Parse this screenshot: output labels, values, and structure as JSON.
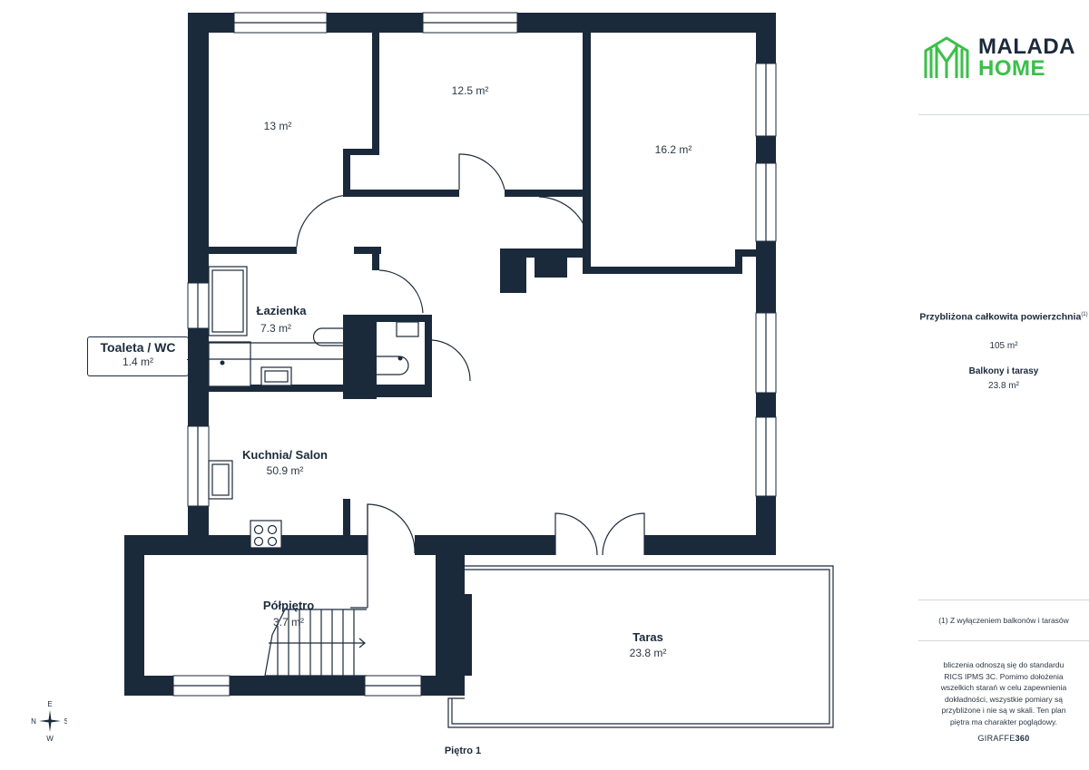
{
  "rooms": {
    "room_top_left": {
      "area": "13 m²"
    },
    "room_top_mid": {
      "area": "12.5 m²"
    },
    "room_top_right": {
      "area": "16.2 m²"
    },
    "bathroom": {
      "name": "Łazienka",
      "area": "7.3 m²"
    },
    "toilet": {
      "name": "Toaleta / WC",
      "area": "1.4 m²"
    },
    "kitchen_living": {
      "name": "Kuchnia/ Salon",
      "area": "50.9 m²"
    },
    "landing": {
      "name": "Półpiętro",
      "area": "3.7 m²"
    },
    "terrace": {
      "name": "Taras",
      "area": "23.8 m²"
    }
  },
  "floor_label": "Piętro 1",
  "compass": {
    "n": "N",
    "e": "E",
    "s": "S",
    "w": "W"
  },
  "sidebar": {
    "logo": {
      "line1": "MALADA",
      "line2": "HOME"
    },
    "total_area_title": "Przybliżona całkowita powierzchnia",
    "total_area_note_mark": "(1)",
    "total_area_value": "105 m²",
    "balconies_title": "Balkony i tarasy",
    "balconies_value": "23.8 m²",
    "footnote": "(1) Z wyłączeniem balkonów i tarasów",
    "disclaimer": "bliczenia odnoszą się do standardu RICS IPMS 3C. Pomimo dołożenia wszelkich starań w celu zapewnienia dokładności, wszystkie pomiary są przybliżone i nie są w skali. Ten plan piętra ma charakter poglądowy.",
    "brand_prefix": "GIRAFFE",
    "brand_suffix": "360"
  },
  "colors": {
    "wall": "#1b2a3b",
    "logo_green": "#3bbf4a",
    "background": "#ffffff"
  }
}
